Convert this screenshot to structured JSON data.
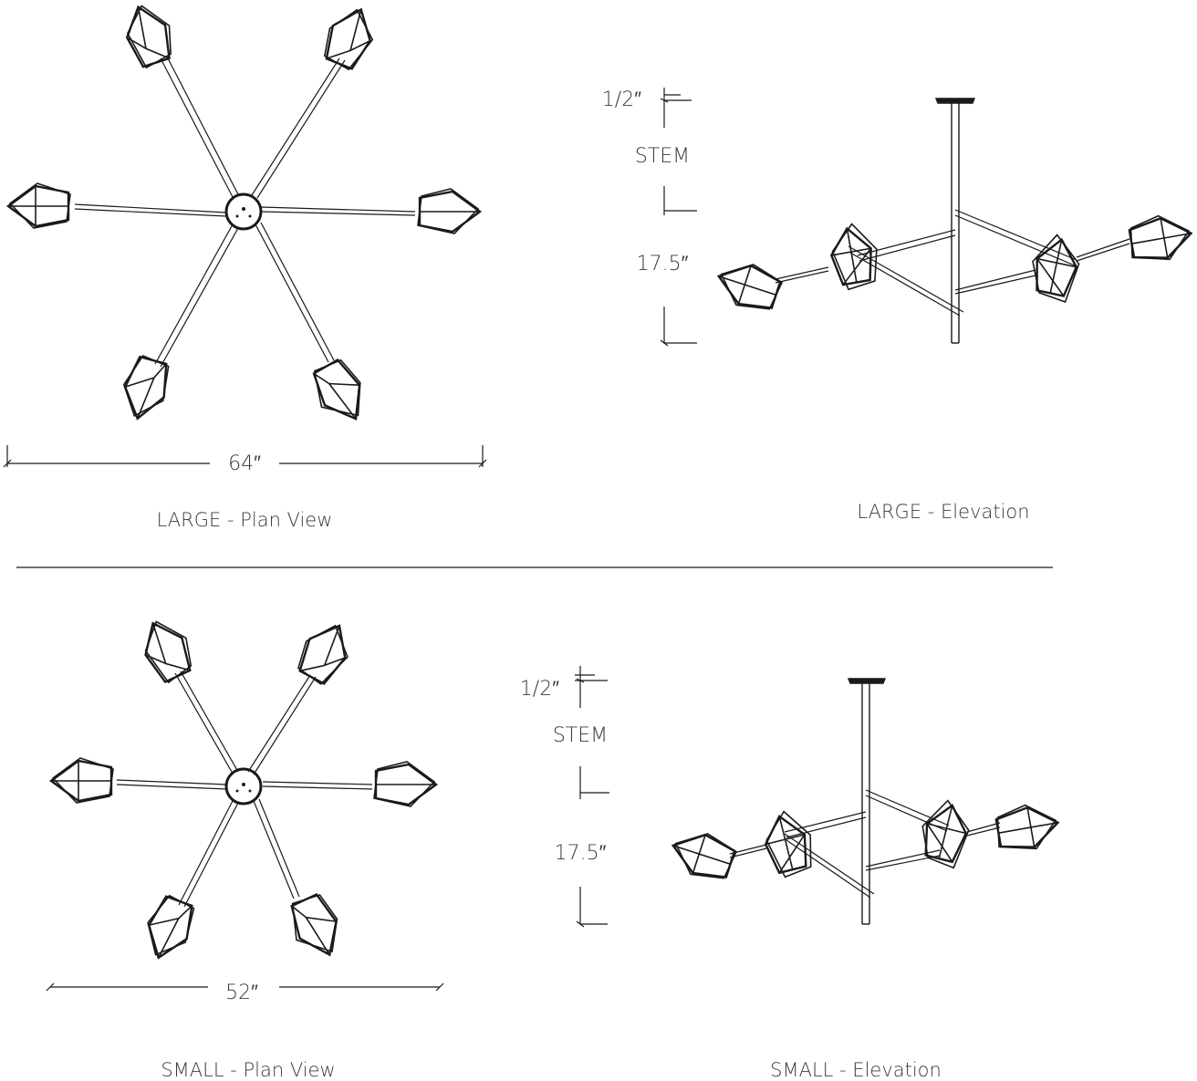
{
  "large": {
    "plan_caption": "LARGE - Plan View",
    "elevation_caption": "LARGE - Elevation",
    "width_dim": "64″",
    "canopy_dim": "1/2″",
    "stem_label": "STEM",
    "drop_dim": "17.5″"
  },
  "small": {
    "plan_caption": "SMALL - Plan View",
    "elevation_caption": "SMALL - Elevation",
    "width_dim": "52″",
    "canopy_dim": "1/2″",
    "stem_label": "STEM",
    "drop_dim": "17.5″"
  },
  "colors": {
    "line": "#1a1a1a",
    "text": "#3a3a3a"
  }
}
